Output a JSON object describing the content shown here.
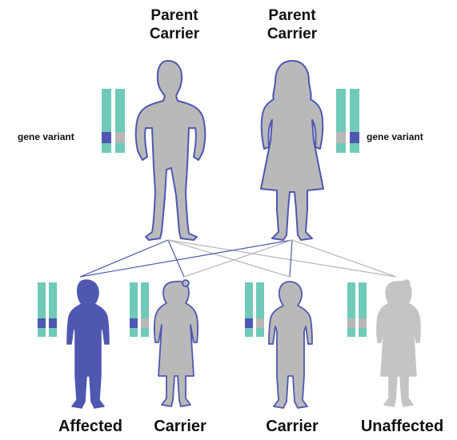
{
  "colors": {
    "gene_normal": "#6fcab8",
    "gene_variant": "#4f57b1",
    "gene_neutral": "#b7b7b7",
    "silhouette_fill": "#b9b9b9",
    "silhouette_outline": "#4f57b1",
    "affected_fill": "#4f57b1",
    "line_variant": "#4f57b1",
    "line_normal": "#b7b7b7"
  },
  "parents": [
    {
      "title_line1": "Parent",
      "title_line2": "Carrier",
      "gene_label": "gene variant",
      "chromosomes": [
        "variant",
        "neutral"
      ]
    },
    {
      "title_line1": "Parent",
      "title_line2": "Carrier",
      "gene_label": "gene variant",
      "chromosomes": [
        "neutral",
        "variant"
      ]
    }
  ],
  "children": [
    {
      "label": "Affected",
      "status": "affected",
      "chromosomes": [
        "variant",
        "variant"
      ]
    },
    {
      "label": "Carrier",
      "status": "carrier",
      "chromosomes": [
        "variant",
        "neutral"
      ]
    },
    {
      "label": "Carrier",
      "status": "carrier",
      "chromosomes": [
        "variant",
        "neutral"
      ]
    },
    {
      "label": "Unaffected",
      "status": "unaffected",
      "chromosomes": [
        "neutral",
        "neutral"
      ]
    }
  ],
  "icons": {
    "father": "man-silhouette-icon",
    "mother": "woman-silhouette-icon",
    "child_boy": "boy-silhouette-icon",
    "child_girl": "girl-silhouette-icon"
  }
}
